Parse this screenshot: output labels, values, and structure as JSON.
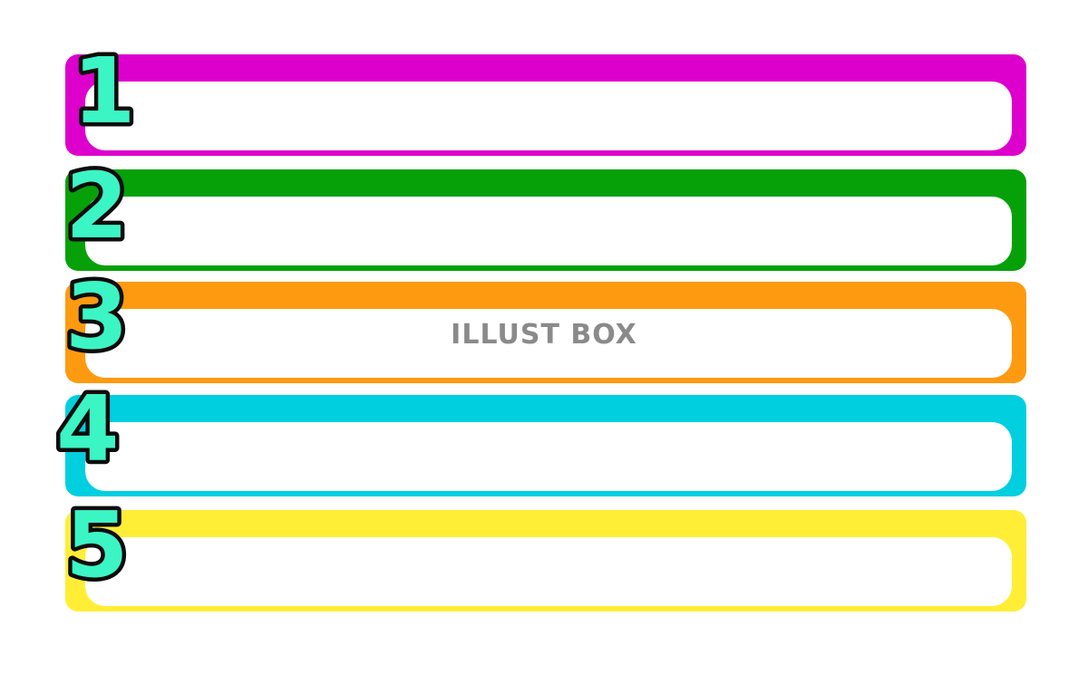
{
  "list": {
    "items": [
      {
        "number": "1",
        "color": "#dd00cc"
      },
      {
        "number": "2",
        "color": "#06a108"
      },
      {
        "number": "3",
        "color": "#fe9a10"
      },
      {
        "number": "4",
        "color": "#00cfe0"
      },
      {
        "number": "5",
        "color": "#ffee35"
      }
    ],
    "numeral_fill": "#3cf5c4"
  },
  "watermark": {
    "text": "ILLUST BOX"
  }
}
